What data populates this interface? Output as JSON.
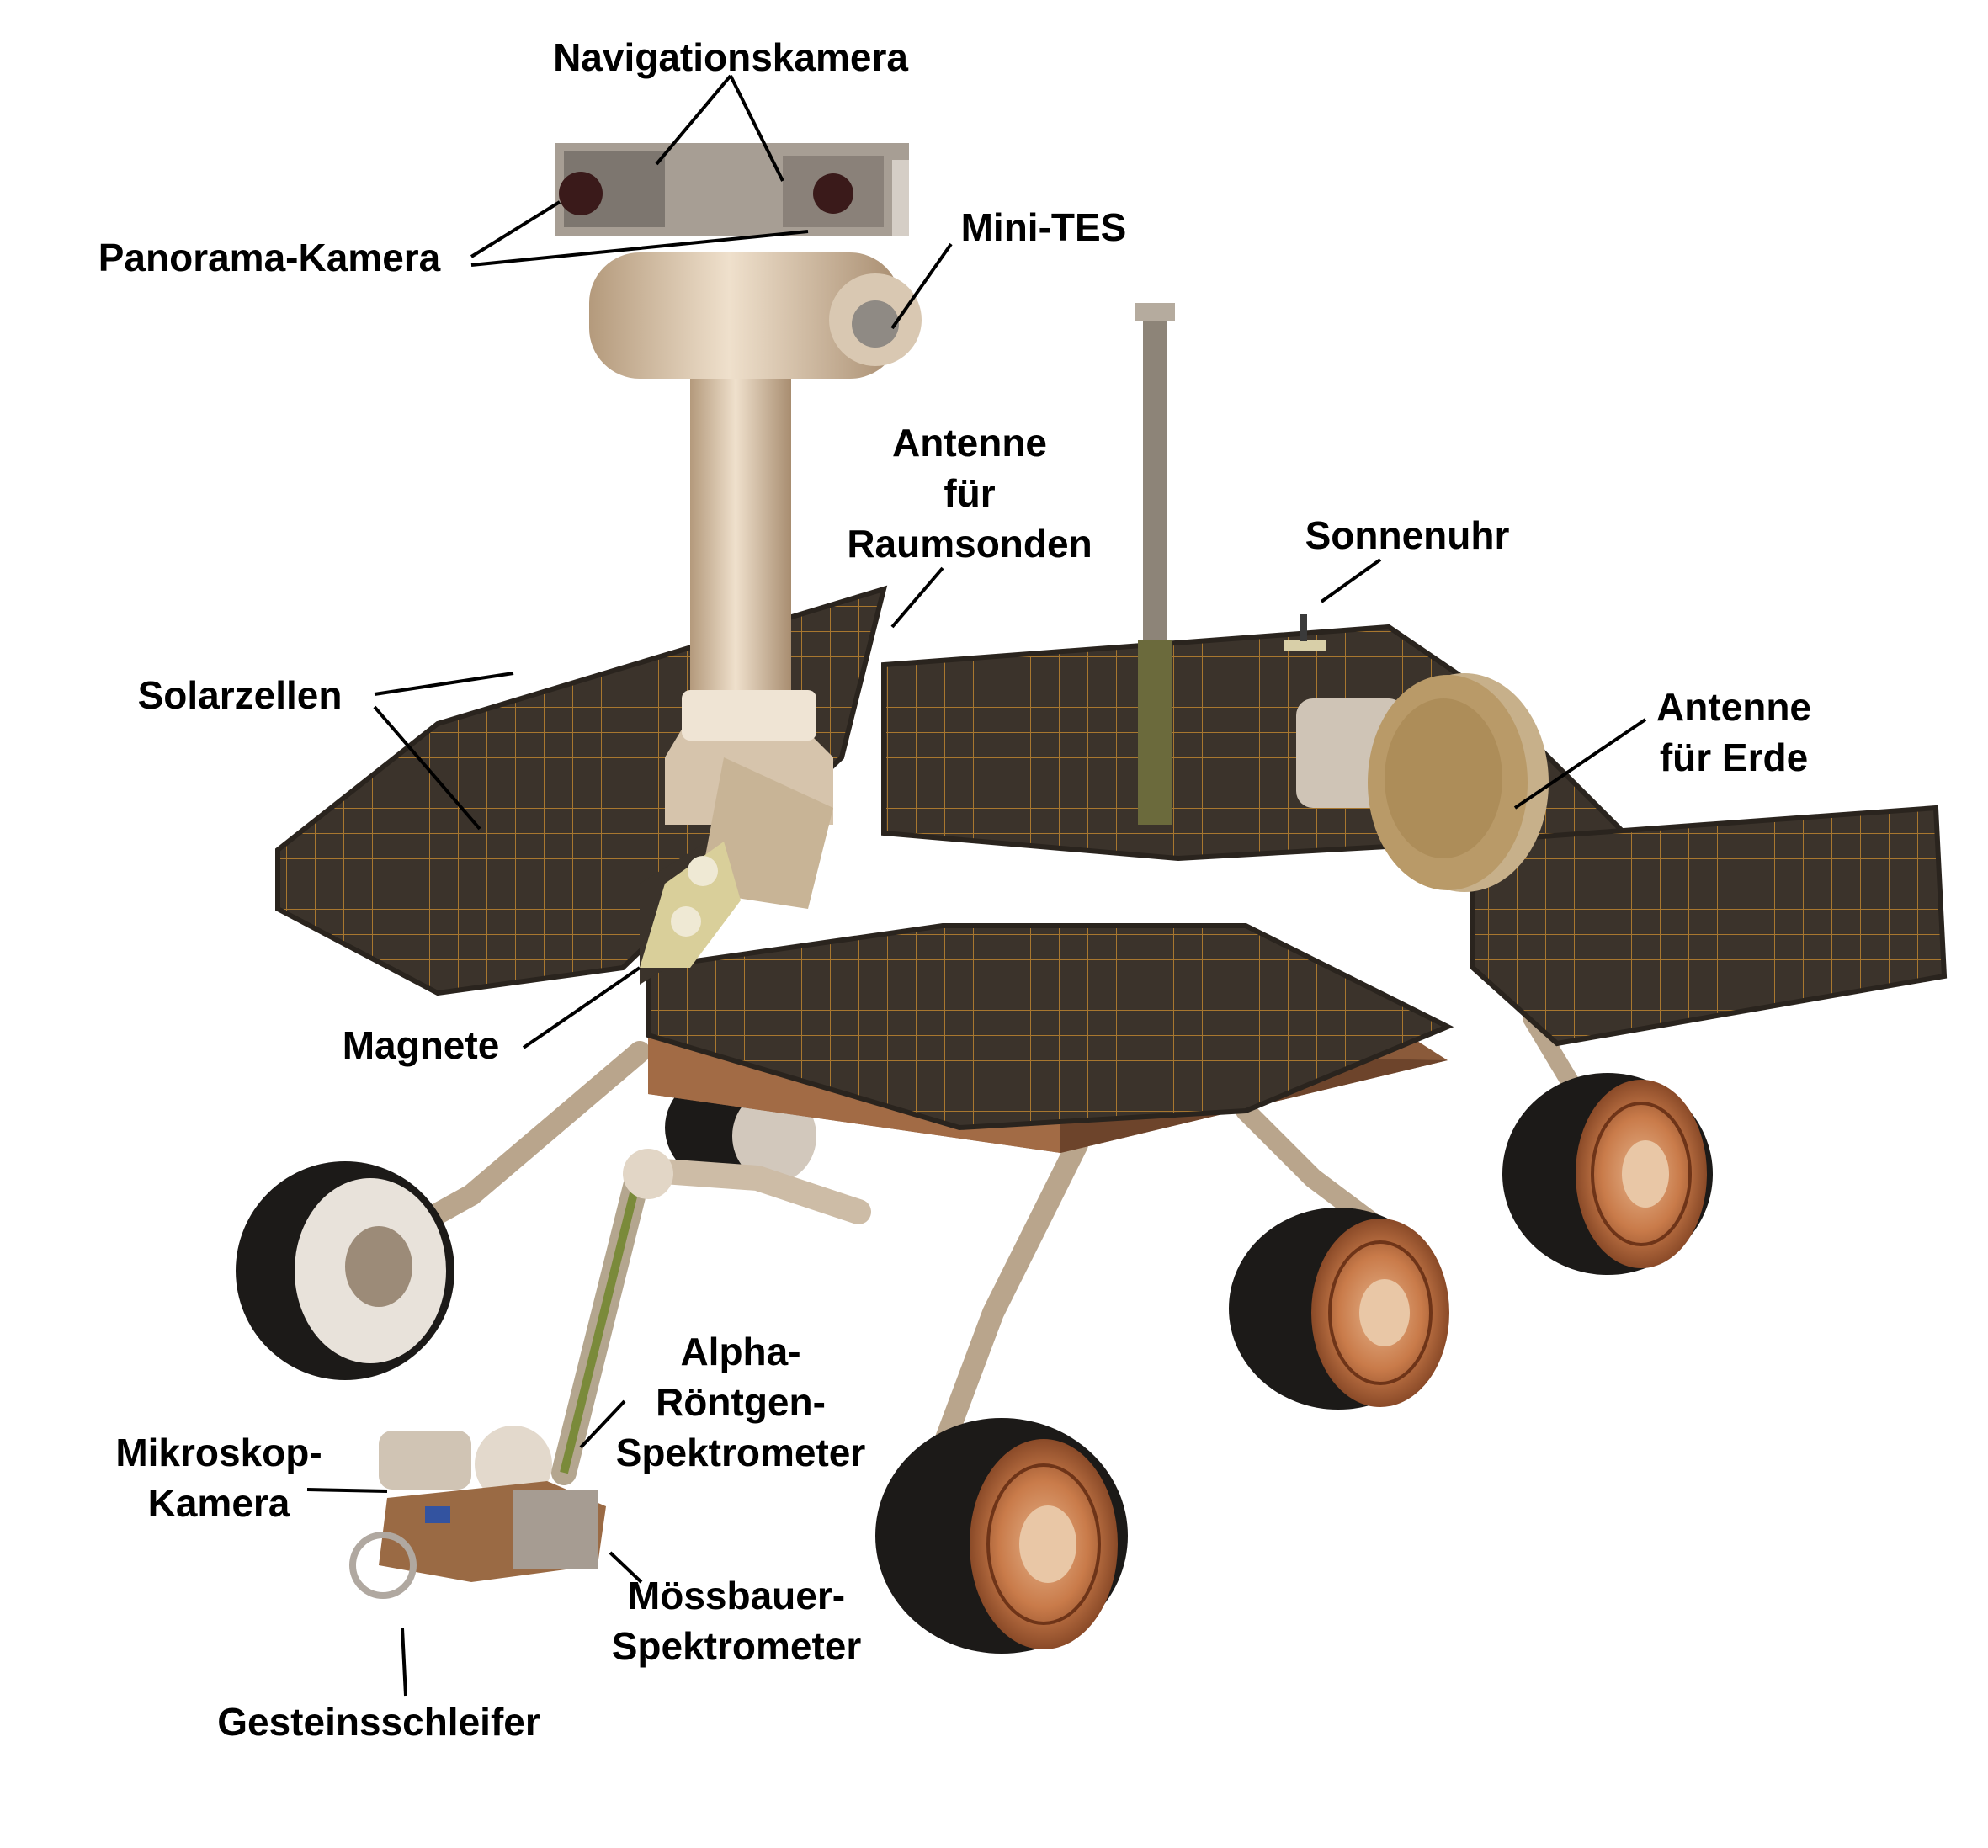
{
  "labels": {
    "navigationskamera": "Navigationskamera",
    "panorama_kamera": "Panorama-Kamera",
    "mini_tes": "Mini-TES",
    "antenne_raumsonden_1": "Antenne",
    "antenne_raumsonden_2": "für",
    "antenne_raumsonden_3": "Raumsonden",
    "sonnenuhr": "Sonnenuhr",
    "solarzellen": "Solarzellen",
    "antenne_erde_1": "Antenne",
    "antenne_erde_2": "für Erde",
    "magnete": "Magnete",
    "alpha_1": "Alpha-",
    "alpha_2": "Röntgen-",
    "alpha_3": "Spektrometer",
    "mikroskop_1": "Mikroskop-",
    "mikroskop_2": "Kamera",
    "moessbauer_1": "Mössbauer-",
    "moessbauer_2": "Spektrometer",
    "gesteinsschleifer": "Gesteinsschleifer"
  },
  "colors": {
    "panel": "#3b332b",
    "panel_grid": "#a8772f",
    "mast": "#d8c3a6",
    "body": "#8a5a3a",
    "wheel": "#1c1a18",
    "hub": "#c97b4a",
    "leader": "#000000"
  }
}
